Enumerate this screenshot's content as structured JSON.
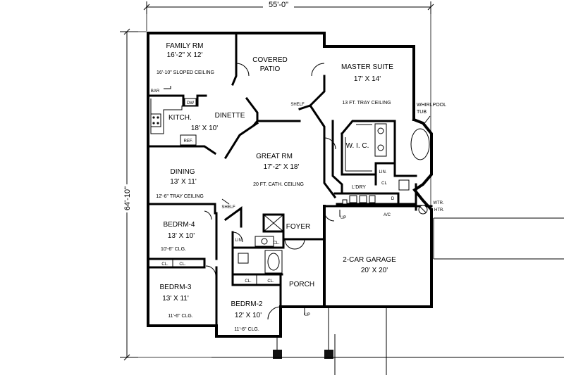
{
  "dimensions": {
    "overall_width": "55'-0\"",
    "overall_depth": "64'-10\""
  },
  "rooms": {
    "family": {
      "name": "FAMILY RM",
      "size": "16'-2\" X 12'",
      "note": "16'-10\" SLOPED CEILING"
    },
    "patio": {
      "name_line1": "COVERED",
      "name_line2": "PATIO"
    },
    "master": {
      "name": "MASTER SUITE",
      "size": "17' X 14'",
      "note": "13 FT. TRAY CEILING"
    },
    "whirlpool": {
      "line1": "WHIRLPOOL",
      "line2": "TUB"
    },
    "kitchen": {
      "name": "KITCH."
    },
    "dinette": {
      "name": "DINETTE",
      "size": "18' X 10'"
    },
    "great": {
      "name": "GREAT RM",
      "size": "17'-2\" X 18'",
      "note": "20 FT. CATH. CEILING"
    },
    "wic": {
      "name": "W. I. C."
    },
    "dining": {
      "name": "DINING",
      "size": "13' X 11'",
      "note": "12'-6\" TRAY CEILING"
    },
    "laundry": {
      "name": "L'DRY"
    },
    "bed4": {
      "name": "BEDRM-4",
      "size": "13' X 10'",
      "note": "10'-6\" CLG."
    },
    "foyer": {
      "name": "FOYER"
    },
    "garage": {
      "name": "2-CAR GARAGE",
      "size": "20' X 20'"
    },
    "bed3": {
      "name": "BEDRM-3",
      "size": "13' X 11'",
      "note": "11'-6\" CLG."
    },
    "porch": {
      "name": "PORCH"
    },
    "bed2": {
      "name": "BEDRM-2",
      "size": "12' X 10'",
      "note": "11'-6\" CLG."
    }
  },
  "labels": {
    "bar": "BAR",
    "dw": "DW",
    "ref": "REF.",
    "shelf_top": "SHELF",
    "shelf_dining": "SHELF",
    "lin_master": "LIN.",
    "cl_master": "CL",
    "lin_hall": "LIN.",
    "cl_hall": "CL.",
    "cl_bed4_a": "CL.",
    "cl_bed4_b": "CL.",
    "cl_bed2_a": "CL.",
    "cl_bed2_b": "CL.",
    "wtr_htr_1": "WTR.",
    "wtr_htr_2": "HTR.",
    "ac": "A/C",
    "d": "D",
    "up_laundry": "UP",
    "up_porch": "UP"
  }
}
